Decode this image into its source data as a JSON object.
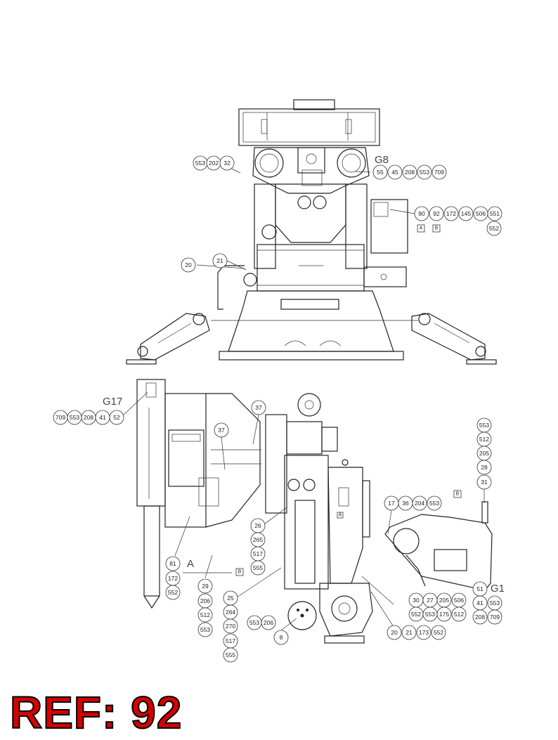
{
  "ref_label": "REF: 92",
  "view_labels": [
    "G8",
    "G17",
    "G1",
    "A"
  ],
  "box_labels": [
    "A",
    "B",
    "B",
    "B",
    "A"
  ],
  "balloons": [
    "553",
    "202",
    "32",
    "55",
    "45",
    "208",
    "553",
    "709",
    "90",
    "92",
    "172",
    "145",
    "506",
    "551",
    "552",
    "20",
    "21",
    "709",
    "553",
    "208",
    "41",
    "52",
    "37",
    "37",
    "553",
    "512",
    "205",
    "28",
    "31",
    "17",
    "36",
    "204",
    "553",
    "26",
    "265",
    "517",
    "555",
    "81",
    "172",
    "552",
    "29",
    "206",
    "512",
    "553",
    "25",
    "264",
    "270",
    "517",
    "555",
    "553",
    "206",
    "8",
    "30",
    "27",
    "205",
    "506",
    "552",
    "553",
    "175",
    "512",
    "20",
    "21",
    "173",
    "552",
    "51",
    "41",
    "553",
    "208",
    "709"
  ]
}
